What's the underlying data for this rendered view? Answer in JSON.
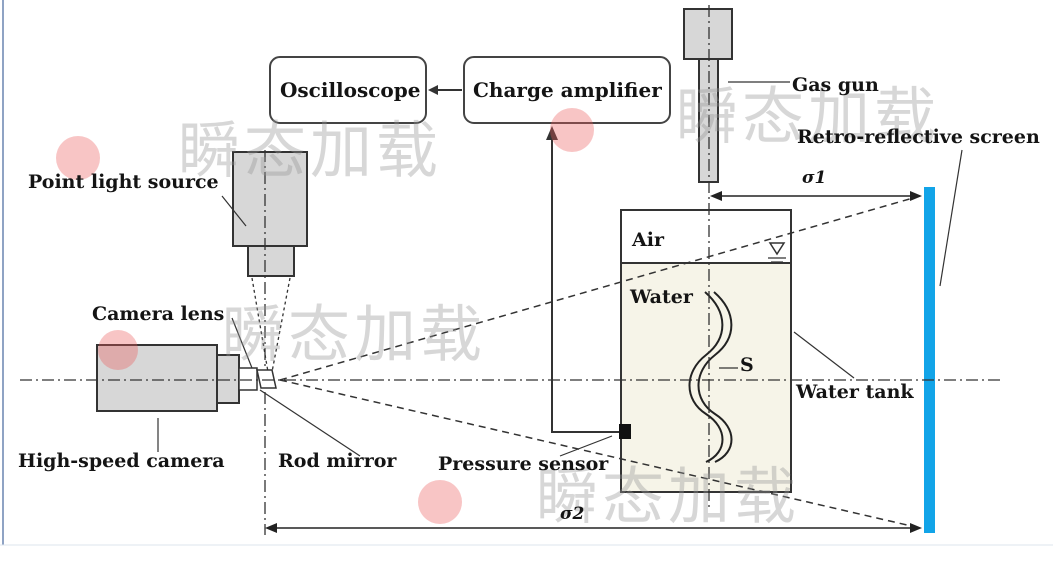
{
  "labels": {
    "oscilloscope": "Oscilloscope",
    "charge_amplifier": "Charge amplifier",
    "gas_gun": "Gas gun",
    "retro_reflective_screen": "Retro-reflective screen",
    "point_light_source": "Point light source",
    "camera_lens": "Camera lens",
    "high_speed_camera": "High-speed camera",
    "rod_mirror": "Rod mirror",
    "pressure_sensor": "Pressure sensor",
    "air": "Air",
    "water": "Water",
    "water_tank": "Water tank",
    "s_label": "S",
    "d1_label": "σ1",
    "d2_label": "σ2"
  },
  "watermark": {
    "text": "瞬态加载"
  },
  "colors": {
    "screen": "#12a4e8",
    "water": "#f6f4e8",
    "device": "#d7d7d7",
    "line": "#1a1a1a"
  }
}
